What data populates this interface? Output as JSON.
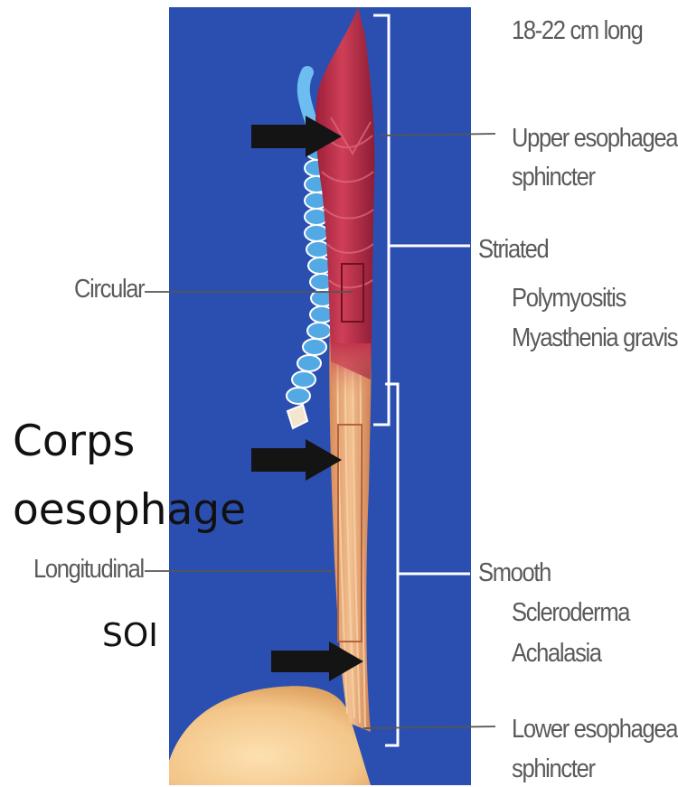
{
  "labels": {
    "length": "18-22 cm long",
    "ues_line1": "Upper esophageal",
    "ues_line2": "sphincter",
    "striated": "Striated",
    "polymyositis": "Polymyositis",
    "myasthenia": "Myasthenia gravis",
    "circular": "Circular",
    "longitudinal": "Longitudinal",
    "smooth": "Smooth",
    "scleroderma": "Scleroderma",
    "achalasia": "Achalasia",
    "les_line1": "Lower esophageal",
    "les_line2": "sphincter"
  },
  "overlay": {
    "corps": "Corps",
    "oesophage": "oesophage",
    "soi": "SOI"
  },
  "colors": {
    "panel": "#2b4fb0",
    "muscle_red": "#c2344d",
    "muscle_tan": "#e7a877",
    "cartilage_blue": "#52a9e3",
    "stomach": "#f3c68a",
    "arrow": "#141414",
    "bracket": "#ffffff",
    "leader": "#555555"
  }
}
